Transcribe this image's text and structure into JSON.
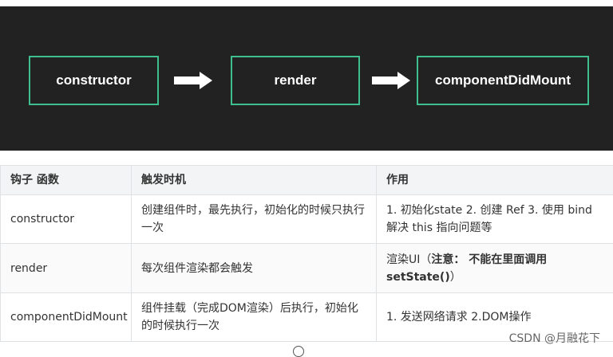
{
  "diagram": {
    "nodes": [
      "constructor",
      "render",
      "componentDidMount"
    ],
    "colors": {
      "background": "#222222",
      "border": "#3fbf8f",
      "text": "#ffffff",
      "arrow": "#ffffff"
    }
  },
  "table": {
    "headers": [
      "钩子 函数",
      "触发时机",
      "作用"
    ],
    "rows": [
      {
        "hook": "constructor",
        "trigger": "创建组件时，最先执行，初始化的时候只执行一次",
        "purpose": "1. 初始化state 2. 创建 Ref 3. 使用 bind 解决 this 指向问题等"
      },
      {
        "hook": "render",
        "trigger": "每次组件渲染都会触发",
        "purpose_parts": [
          "渲染UI（",
          "注意： 不能在里面调用",
          "setState()",
          "）"
        ]
      },
      {
        "hook": "componentDidMount",
        "trigger": "组件挂载（完成DOM渲染）后执行，初始化的时候执行一次",
        "purpose": "1. 发送网络请求  2.DOM操作"
      }
    ]
  },
  "watermark": "CSDN @月融花下"
}
